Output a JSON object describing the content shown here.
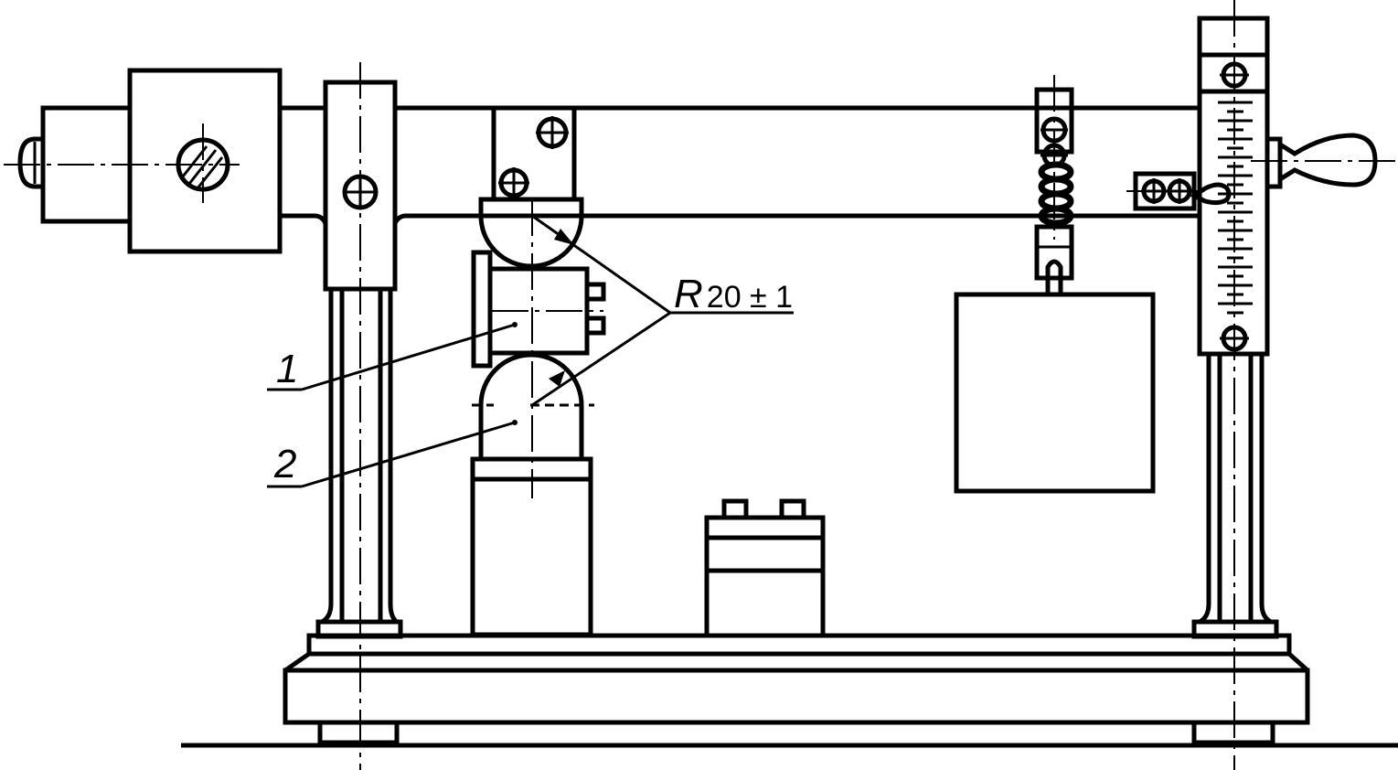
{
  "labels": {
    "callout_1": "1",
    "callout_2": "2",
    "radius_prefix": "R",
    "radius_value": "20 ± 1"
  },
  "colors": {
    "ink": "#000000",
    "background": "#ffffff"
  }
}
